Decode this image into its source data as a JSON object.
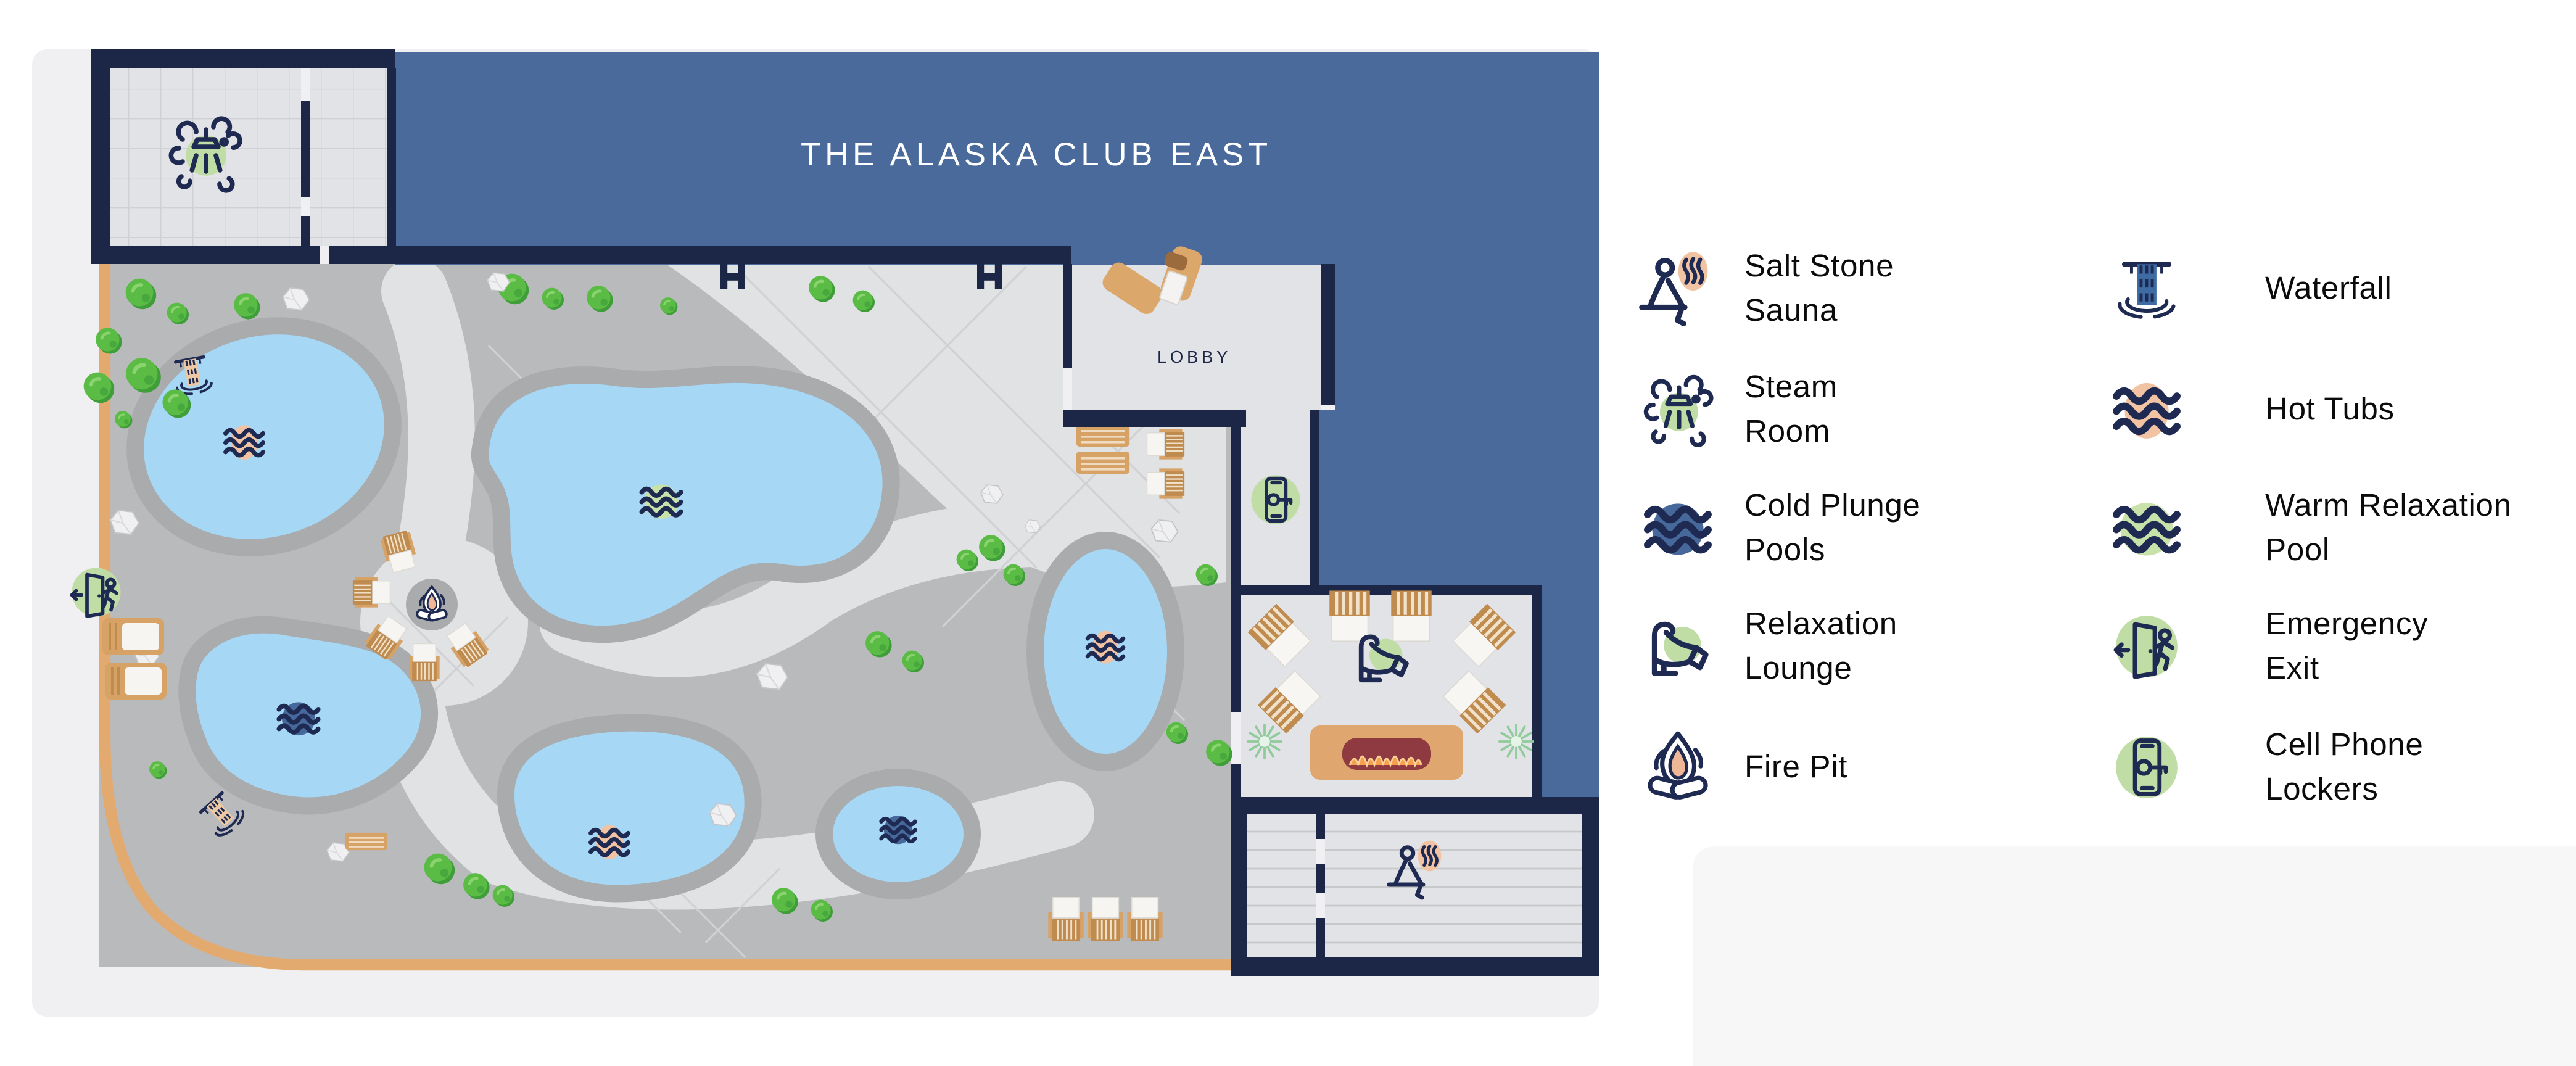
{
  "map": {
    "title": "THE ALASKA CLUB EAST",
    "lobby_label": "LOBBY"
  },
  "legend": {
    "items": [
      {
        "id": "salt-stone-sauna",
        "icon": "person-sauna-icon",
        "lines": [
          "Salt Stone",
          "Sauna"
        ]
      },
      {
        "id": "steam-room",
        "icon": "steam-shower-icon",
        "lines": [
          "Steam",
          "Room"
        ]
      },
      {
        "id": "cold-plunge-pools",
        "icon": "cold-waves-icon",
        "lines": [
          "Cold Plunge",
          "Pools"
        ]
      },
      {
        "id": "relaxation-lounge",
        "icon": "lounge-chair-icon",
        "lines": [
          "Relaxation",
          "Lounge"
        ]
      },
      {
        "id": "fire-pit",
        "icon": "campfire-icon",
        "lines": [
          "Fire Pit"
        ]
      },
      {
        "id": "waterfall",
        "icon": "waterfall-icon",
        "lines": [
          "Waterfall"
        ]
      },
      {
        "id": "hot-tubs",
        "icon": "hot-waves-icon",
        "lines": [
          "Hot Tubs"
        ]
      },
      {
        "id": "warm-relaxation-pool",
        "icon": "warm-waves-icon",
        "lines": [
          "Warm Relaxation",
          "Pool"
        ]
      },
      {
        "id": "emergency-exit",
        "icon": "exit-door-icon",
        "lines": [
          "Emergency",
          "Exit"
        ]
      },
      {
        "id": "cell-phone-lockers",
        "icon": "phone-key-icon",
        "lines": [
          "Cell Phone",
          "Lockers"
        ]
      }
    ]
  },
  "colors": {
    "navy": "#1f2a52",
    "wall_navy": "#1c2647",
    "building_blue": "#4a6a9b",
    "pool_blue": "#a6d8f6",
    "peach": "#f2c3a2",
    "green": "#bfdda4",
    "warm_green": "#c9e2a9",
    "cold_blue": "#46689b",
    "tan_curb": "#e3aa70",
    "deck_gray": "#b9babc",
    "path_gray": "#e1e2e4"
  }
}
